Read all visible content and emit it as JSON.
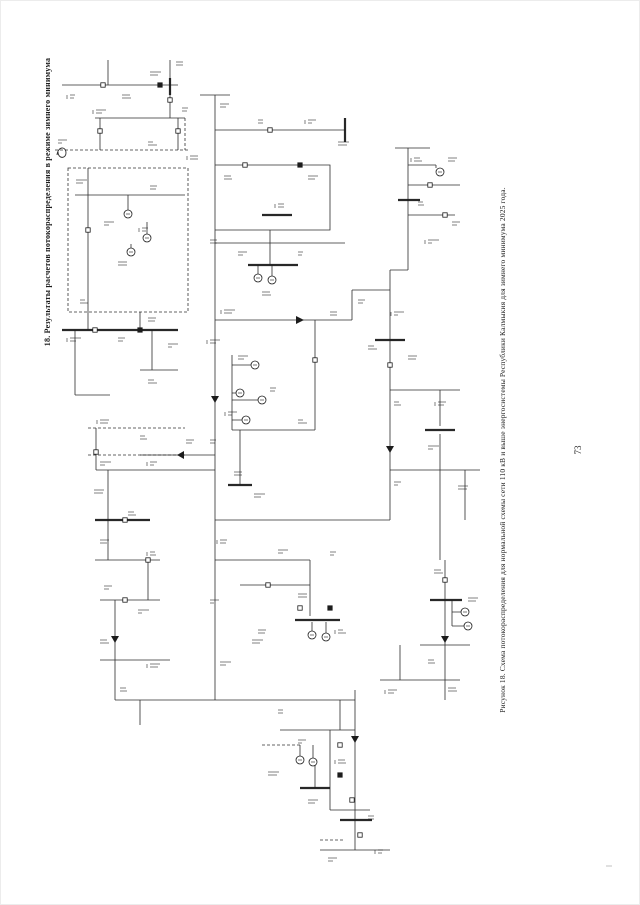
{
  "page": {
    "title": "18. Результаты расчетов потокораспределения в режиме зимнего минимума",
    "caption": "Рисунок 18. Схема потокораспределения для нормальной схемы сети 110 кВ и выше энергосистемы Республики Калмыкия для зимнего минимума 2025 года.",
    "page_number": "73"
  },
  "colors": {
    "ink": "#1c1c1c",
    "paper": "#ffffff"
  }
}
